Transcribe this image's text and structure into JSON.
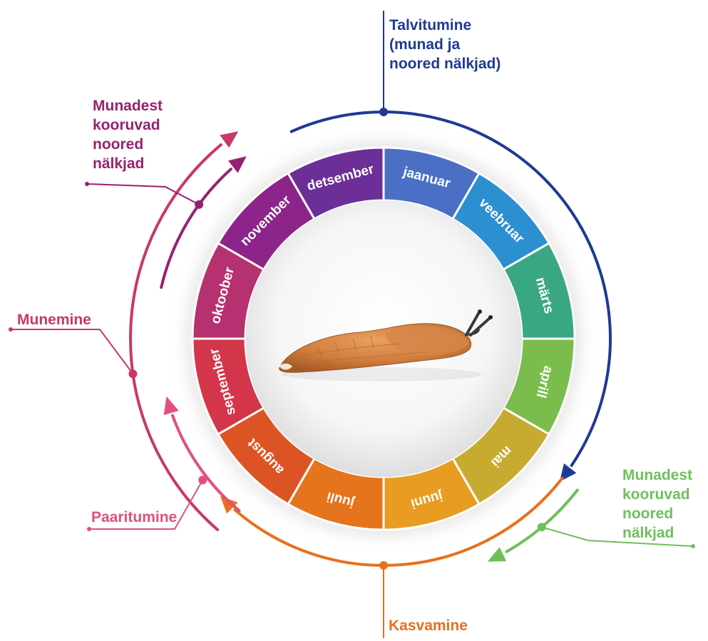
{
  "months": [
    {
      "label": "jaanuar",
      "color": "#4a6fc4"
    },
    {
      "label": "veebruar",
      "color": "#2c8fd0"
    },
    {
      "label": "märts",
      "color": "#3aa784"
    },
    {
      "label": "aprill",
      "color": "#7bbd4c"
    },
    {
      "label": "mai",
      "color": "#c7ab31"
    },
    {
      "label": "juuni",
      "color": "#e89c21"
    },
    {
      "label": "juuli",
      "color": "#e5741c"
    },
    {
      "label": "august",
      "color": "#dd5424"
    },
    {
      "label": "september",
      "color": "#d3364a"
    },
    {
      "label": "oktoober",
      "color": "#b5316f"
    },
    {
      "label": "november",
      "color": "#8d2489"
    },
    {
      "label": "detsember",
      "color": "#6b2f97"
    }
  ],
  "stages": {
    "talvitumine": {
      "text": "Talvitumine\n(munad ja\nnoored nälkjad)",
      "color": "#1f3a93"
    },
    "kooruvad_top": {
      "text": "Munadest\nkooruvad\nnoored\nnälkjad",
      "color": "#97216f"
    },
    "munemine": {
      "text": "Munemine",
      "color": "#c83868"
    },
    "paaritumine": {
      "text": "Paaritumine",
      "color": "#e0507a"
    },
    "kasvamine": {
      "text": "Kasvamine",
      "color": "#e8701c"
    },
    "kooruvad_bottom": {
      "text": "Munadest\nkooruvad\nnoored\nnälkjad",
      "color": "#6fbf5c"
    }
  }
}
